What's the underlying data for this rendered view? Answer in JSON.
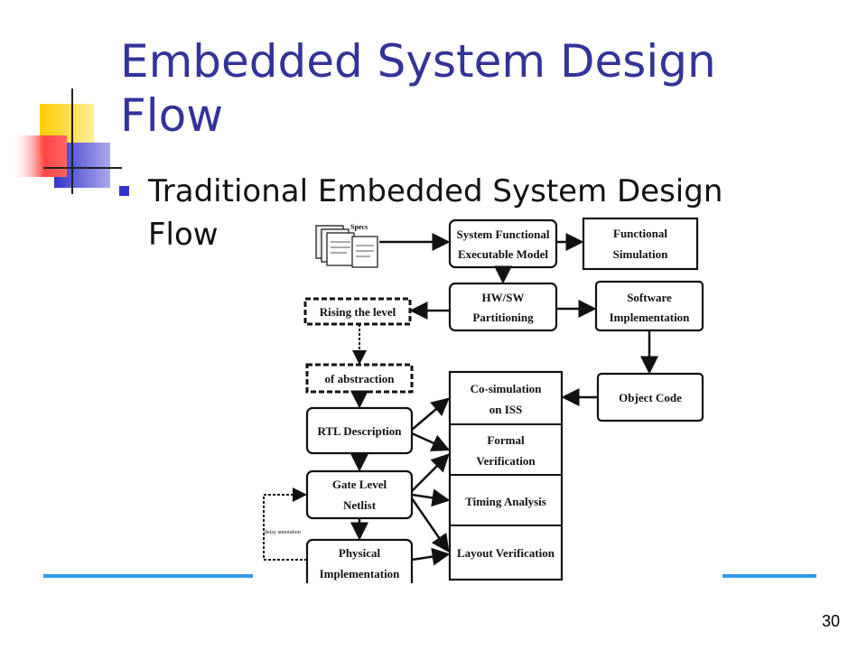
{
  "slide": {
    "title": "Embedded System Design Flow",
    "bullet": "Traditional Embedded System Design Flow",
    "page_number": "30"
  },
  "diagram": {
    "specs_label": "Specs",
    "system_functional": [
      "System Functional",
      "Executable Model"
    ],
    "functional_simulation": [
      "Functional",
      "Simulation"
    ],
    "hw_sw_partitioning": [
      "HW/SW",
      "Partitioning"
    ],
    "software_implementation": [
      "Software",
      "Implementation"
    ],
    "rising_level": "Rising the level",
    "of_abstraction": "of abstraction",
    "object_code": "Object Code",
    "rtl_description": "RTL Description",
    "gate_level": [
      "Gate Level",
      "Netlist"
    ],
    "physical_implementation": [
      "Physical",
      "Implementation"
    ],
    "delay_annotation": "delay annotation",
    "cosimulation": [
      "Co-simulation",
      "on ISS"
    ],
    "formal_verification": [
      "Formal",
      "Verification"
    ],
    "timing_analysis": "Timing Analysis",
    "layout_verification": "Layout Verification"
  },
  "colors": {
    "title": "#333399",
    "bullet": "#3333cc",
    "rule": "#3399ee",
    "logo_yellow": "#ffcc00",
    "logo_red": "#ff3333",
    "logo_blue": "#3333cc"
  }
}
